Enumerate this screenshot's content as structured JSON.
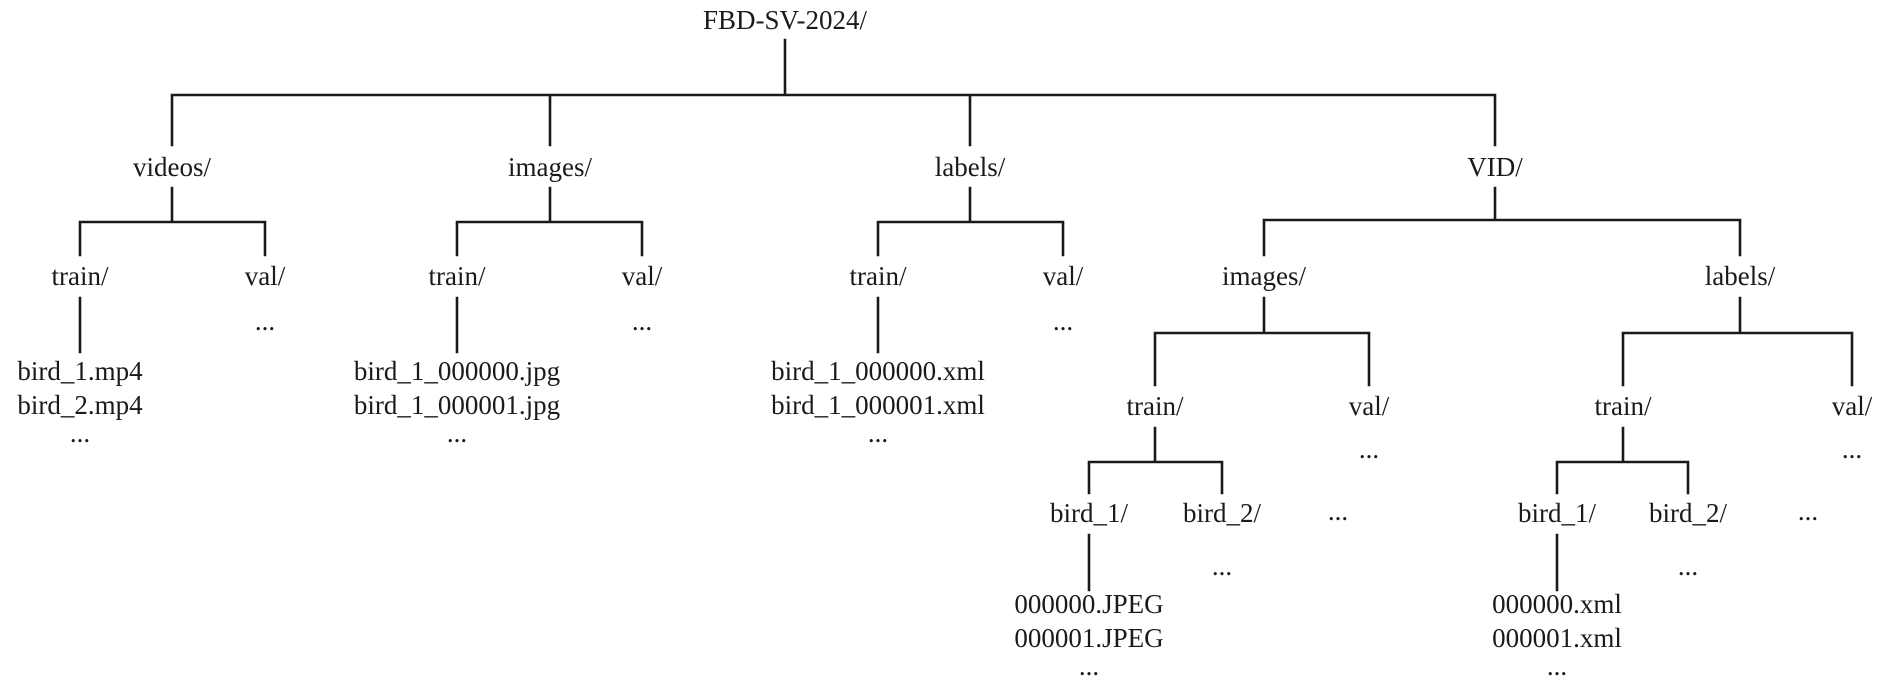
{
  "root": {
    "label": "FBD-SV-2024/"
  },
  "videos": {
    "label": "videos/",
    "train": {
      "label": "train/",
      "files": [
        "bird_1.mp4",
        "bird_2.mp4"
      ],
      "more": "..."
    },
    "val": {
      "label": "val/",
      "more": "..."
    }
  },
  "images": {
    "label": "images/",
    "train": {
      "label": "train/",
      "files": [
        "bird_1_000000.jpg",
        "bird_1_000001.jpg"
      ],
      "more": "..."
    },
    "val": {
      "label": "val/",
      "more": "..."
    }
  },
  "labels": {
    "label": "labels/",
    "train": {
      "label": "train/",
      "files": [
        "bird_1_000000.xml",
        "bird_1_000001.xml"
      ],
      "more": "..."
    },
    "val": {
      "label": "val/",
      "more": "..."
    }
  },
  "vid": {
    "label": "VID/",
    "images": {
      "label": "images/",
      "train": {
        "label": "train/",
        "bird_1": {
          "label": "bird_1/",
          "files": [
            "000000.JPEG",
            "000001.JPEG"
          ],
          "more": "..."
        },
        "bird_2": {
          "label": "bird_2/",
          "more": "..."
        },
        "more": "..."
      },
      "val": {
        "label": "val/",
        "more": "..."
      }
    },
    "labels": {
      "label": "labels/",
      "train": {
        "label": "train/",
        "bird_1": {
          "label": "bird_1/",
          "files": [
            "000000.xml",
            "000001.xml"
          ],
          "more": "..."
        },
        "bird_2": {
          "label": "bird_2/",
          "more": "..."
        },
        "more": "..."
      },
      "val": {
        "label": "val/",
        "more": "..."
      }
    }
  }
}
